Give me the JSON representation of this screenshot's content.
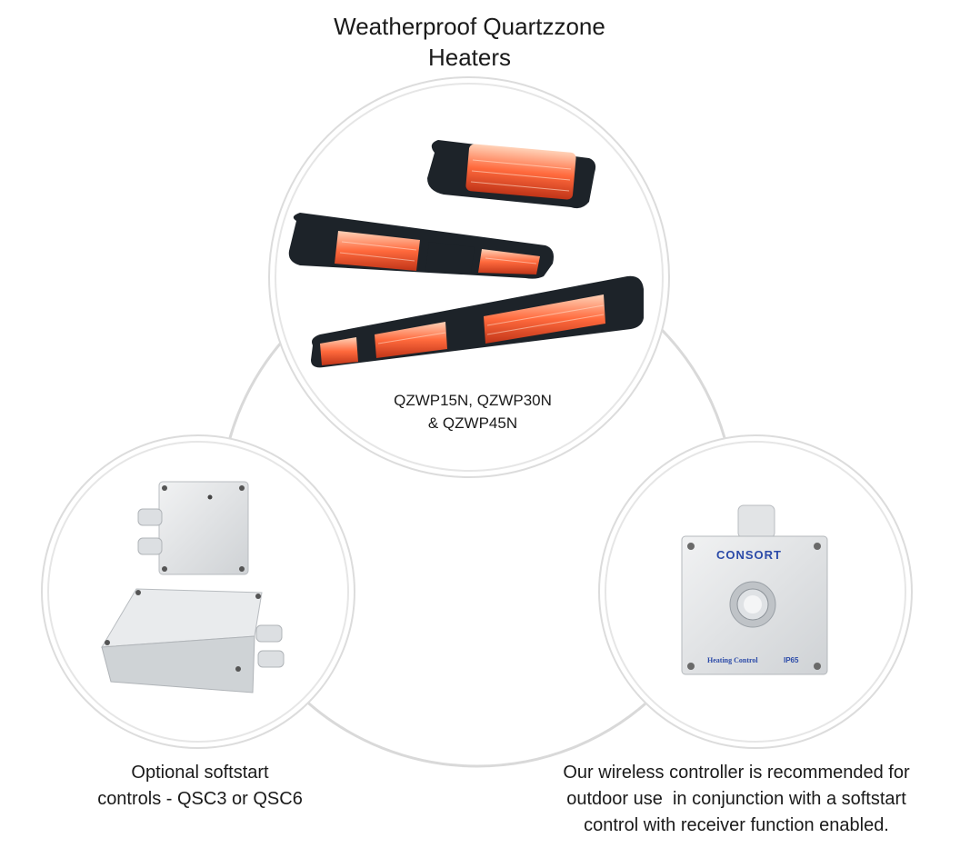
{
  "title": {
    "line1": "Weatherproof Quartzzone",
    "line2": "Heaters"
  },
  "heaters": {
    "caption_line1": "QZWP15N, QZWP30N",
    "caption_line2": "& QZWP45N"
  },
  "softstart": {
    "caption_line1": "Optional softstart",
    "caption_line2": "controls - QSC3 or QSC6"
  },
  "controller": {
    "brand": "CONSORT",
    "panel_label": "Heating Control",
    "rating": "IP65",
    "caption_line1": "Our wireless controller is recommended for",
    "caption_line2": "outdoor use  in conjunction with a softstart",
    "caption_line3": "control with receiver function enabled."
  },
  "colors": {
    "ring": "#d9d9d9",
    "heater_body": "#1d2329",
    "heater_glow": "#ff6a3d",
    "enclosure": "#e6e8ea",
    "brand_blue": "#2b4aa8"
  }
}
